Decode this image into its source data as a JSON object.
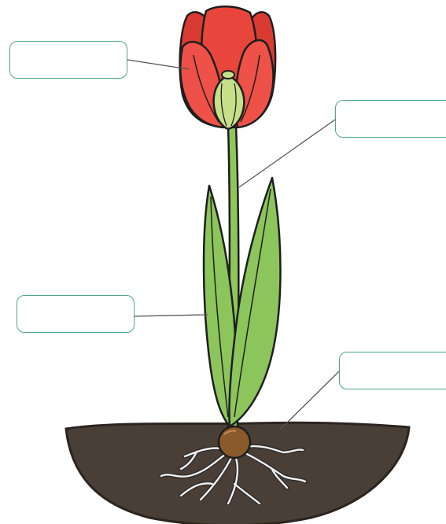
{
  "diagram": {
    "subject": "tulip",
    "labels": [
      {
        "id": "flower",
        "text": ""
      },
      {
        "id": "stem",
        "text": ""
      },
      {
        "id": "leaf",
        "text": ""
      },
      {
        "id": "bulb",
        "text": ""
      }
    ]
  },
  "colors": {
    "petal": "#e8453c",
    "petal_dark": "#c9302a",
    "ovary": "#c6e08a",
    "stem": "#8fc65a",
    "leaf": "#8cc55b",
    "soil": "#4a3f37",
    "bulb": "#8b5a2b",
    "roots": "#f2f2f2",
    "label_border": "#4aa88a",
    "leader_line": "#555555",
    "outline": "#1e1e1e"
  }
}
